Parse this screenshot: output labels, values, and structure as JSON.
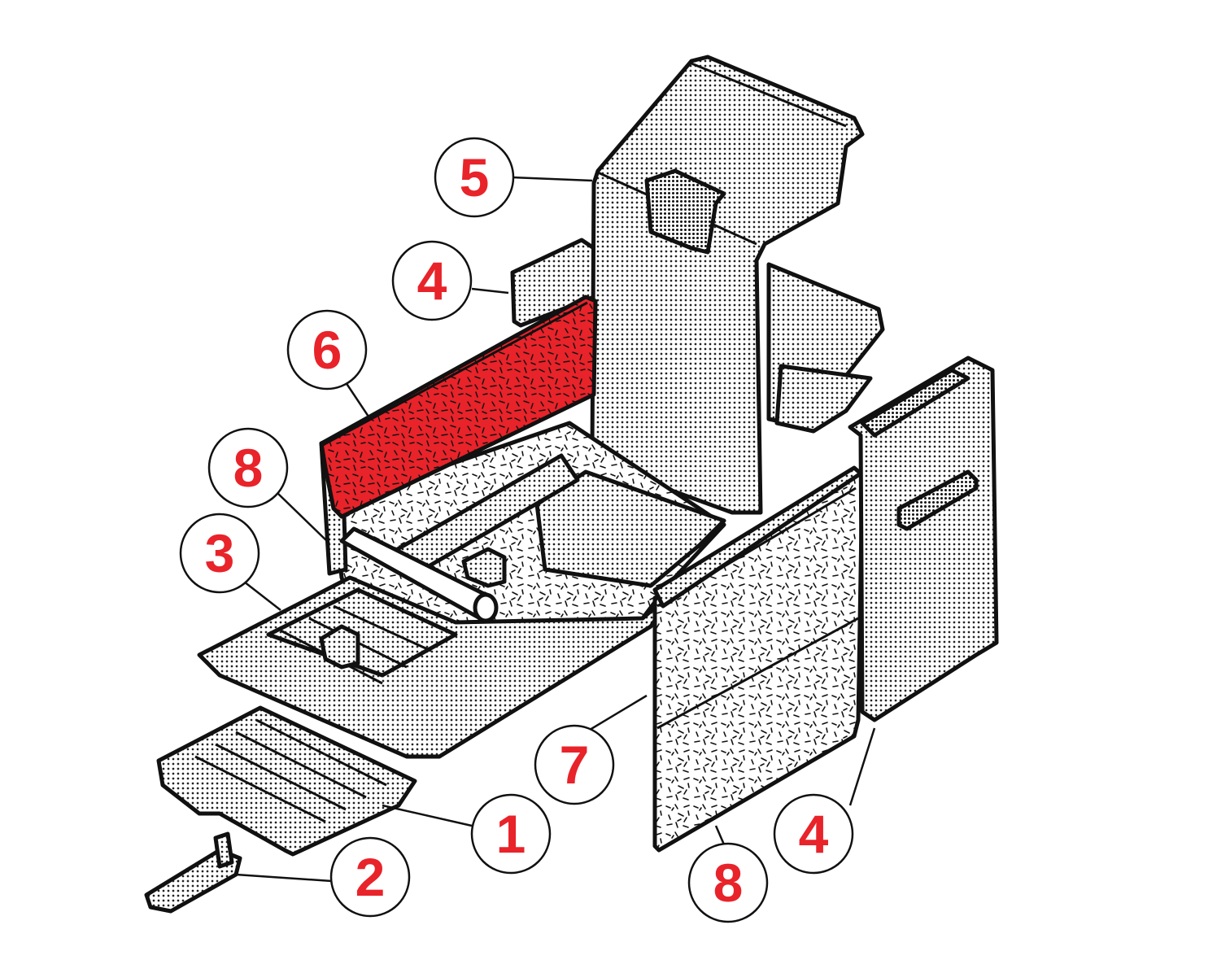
{
  "colors": {
    "highlight": "#e8232a",
    "ink": "#111111",
    "background": "#ffffff"
  },
  "callouts": [
    {
      "label": "5",
      "part": "back-panel"
    },
    {
      "label": "4",
      "part": "rear-side-panel"
    },
    {
      "label": "6",
      "part": "heat-shield-panel"
    },
    {
      "label": "8",
      "part": "left-liner-strip"
    },
    {
      "label": "3",
      "part": "grate-frame"
    },
    {
      "label": "7",
      "part": "right-side-panel"
    },
    {
      "label": "1",
      "part": "ash-grate"
    },
    {
      "label": "2",
      "part": "grate-handle"
    },
    {
      "label": "8",
      "part": "right-liner-strip"
    },
    {
      "label": "4",
      "part": "front-side-panel"
    }
  ]
}
